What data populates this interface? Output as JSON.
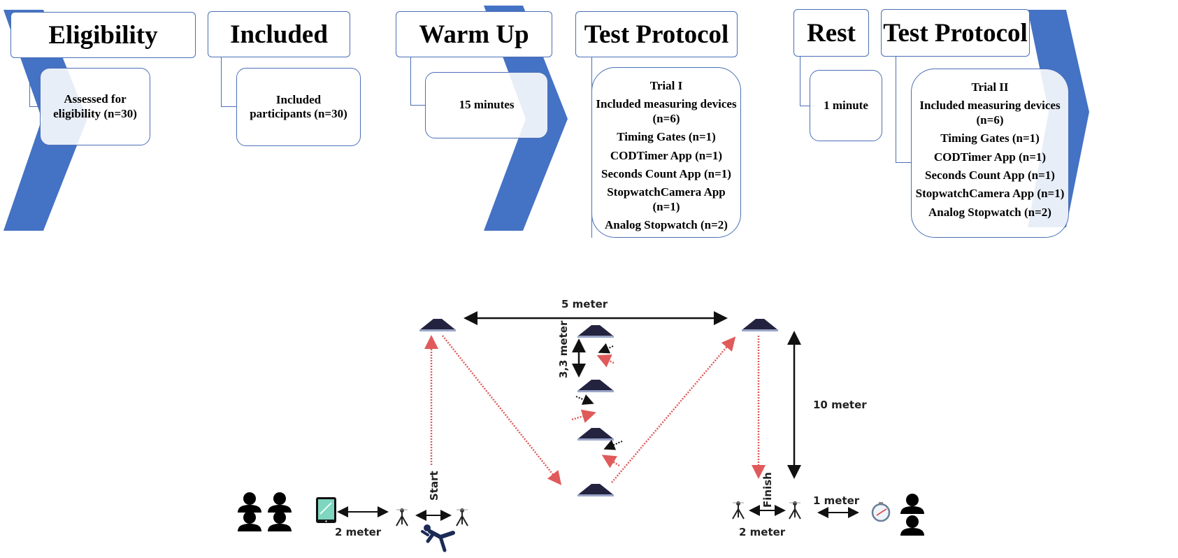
{
  "flow": {
    "steps": [
      {
        "title": "Eligibility",
        "detail": [
          "Assessed for",
          "eligibility  (n=30)"
        ]
      },
      {
        "title": "Included",
        "detail": [
          "Included",
          "participants (n=30)"
        ]
      },
      {
        "title": "Warm Up",
        "detail": [
          "15 minutes"
        ]
      },
      {
        "title": "Test Protocol",
        "detail": [
          "Trial I",
          "Included measuring devices",
          "(n=6)",
          "Timing Gates (n=1)",
          "CODTimer App (n=1)",
          "Seconds Count App (n=1)",
          "StopwatchCamera App (n=1)",
          "Analog Stopwatch (n=2)"
        ]
      },
      {
        "title": "Rest",
        "detail": [
          "1 minute"
        ]
      },
      {
        "title": "Test Protocol",
        "detail": [
          "Trial II",
          "Included measuring devices",
          "(n=6)",
          "Timing Gates (n=1)",
          "CODTimer App (n=1)",
          "Seconds Count App (n=1)",
          "StopwatchCamera App (n=1)",
          "Analog Stopwatch (n=2)"
        ]
      }
    ],
    "colors": {
      "chevron": "#4472c4",
      "border": "#4a6fb5"
    }
  },
  "course": {
    "labels": {
      "width": "5 meter",
      "cone_spacing": "3,3 meter",
      "length": "10 meter",
      "start_gate_distance": "2 meter",
      "finish_gate_distance": "2 meter",
      "stopwatch_distance": "1 meter",
      "start": "Start",
      "finish": "Finish"
    },
    "icons": [
      "people-group-icon",
      "tablet-icon",
      "timing-gate-icon",
      "cone-icon",
      "runner-icon",
      "stopwatch-icon",
      "person-icon"
    ],
    "colors": {
      "path": "#e05a5a",
      "cone": "#23233f",
      "arrow": "#111111",
      "tablet": "#7fd6c0",
      "runner": "#1c2b55"
    }
  }
}
